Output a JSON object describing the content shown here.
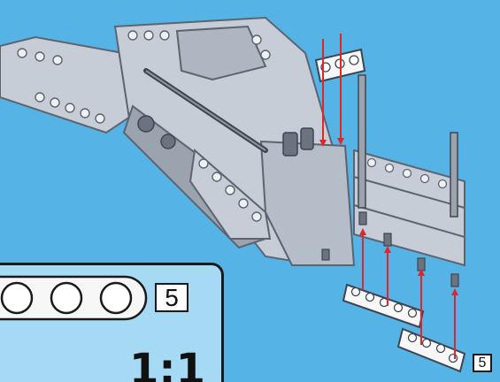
{
  "assembly_step": {
    "callout": {
      "part_count": "5",
      "scale": "1:1",
      "part_name": "beam-3-icon",
      "hole_count": 3
    },
    "step_part_count": "5",
    "arrow_color": "#e0262a",
    "background_color": "#56b3e6",
    "callout_color": "#a6d9f3",
    "part_colors": {
      "light_gray": "#c6cdd6",
      "dark_gray": "#6b7380",
      "white": "#f7f7f7"
    }
  }
}
